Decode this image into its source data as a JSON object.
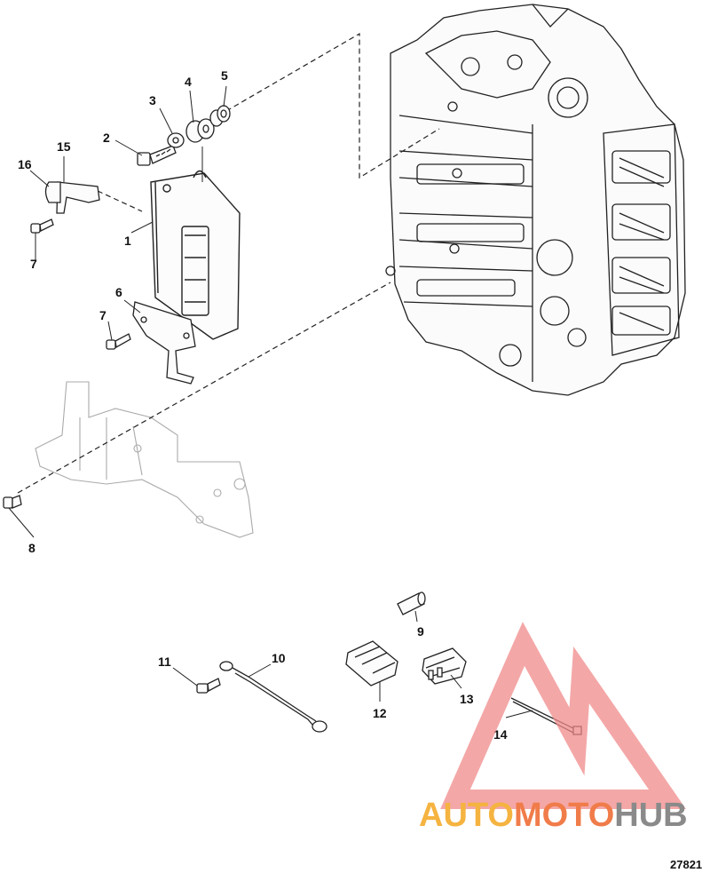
{
  "diagram": {
    "figure_number": "27821",
    "callouts": [
      "1",
      "2",
      "3",
      "4",
      "5",
      "6",
      "7",
      "7",
      "8",
      "9",
      "10",
      "11",
      "12",
      "13",
      "14",
      "15",
      "16"
    ]
  },
  "watermark": {
    "part1": "AUTO",
    "part2": "MOTO",
    "part3": "HUB",
    "colors": {
      "auto": "#f5b340",
      "moto": "#f07c4a",
      "hub": "#8a8a8a",
      "triangle": "#f08a8a"
    }
  }
}
